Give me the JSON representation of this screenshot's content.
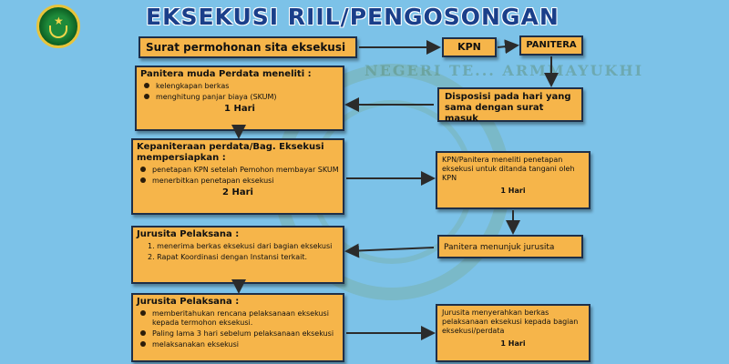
{
  "title": "EKSEKUSI RIIL/PENGOSONGAN",
  "background_color": "#7cc2e8",
  "box_color": "#f6b54a",
  "watermark": "NEGERI TE... ARMMAYUKHI",
  "boxes": {
    "surat": "Surat permohonan sita eksekusi",
    "kpn": "KPN",
    "panitera": "PANITERA",
    "panmud": {
      "heading": "Panitera muda Perdata meneliti :",
      "items": [
        "kelengkapan berkas",
        "menghitung panjar biaya (SKUM)"
      ],
      "duration": "1 Hari"
    },
    "disposisi": "Disposisi pada hari yang sama dengan surat masuk",
    "kepaniteraan": {
      "heading": "Kepaniteraan perdata/Bag. Eksekusi mempersiapkan :",
      "items": [
        "penetapan KPN setelah Pemohon membayar SKUM",
        "menerbitkan penetapan eksekusi"
      ],
      "duration": "2 Hari"
    },
    "kpn_meneliti": {
      "text": "KPN/Panitera meneliti penetapan eksekusi untuk ditanda tangani oleh KPN",
      "duration": "1 Hari"
    },
    "jurusita1": {
      "heading": "Jurusita Pelaksana :",
      "items": [
        "1. menerima berkas eksekusi dari bagian eksekusi",
        "2. Rapat Koordinasi dengan Instansi terkait."
      ]
    },
    "menunjuk": "Panitera menunjuk jurusita",
    "jurusita2": {
      "heading": "Jurusita Pelaksana :",
      "items": [
        "memberitahukan rencana pelaksanaan eksekusi kepada termohon eksekusi.",
        "Paling lama 3 hari sebelum pelaksanaan eksekusi",
        "melaksanakan eksekusi"
      ]
    },
    "menyerahkan": {
      "text": "Jurusita menyerahkan berkas pelaksanaan eksekusi kepada bagian eksekusi/perdata",
      "duration": "1 Hari"
    }
  }
}
